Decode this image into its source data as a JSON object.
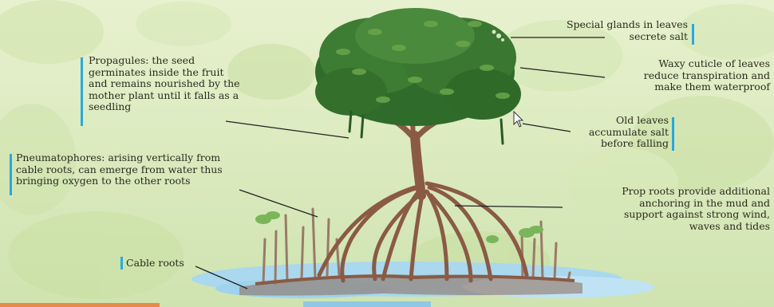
{
  "labels": {
    "special_glands": "Special glands in leaves\nsecrete salt",
    "waxy_cuticle": "Waxy cuticle of leaves\nreduce transpiration and\nmake them waterproof",
    "old_leaves": "Old leaves\naccumulate salt\nbefore falling",
    "prop_roots": "Prop roots provide additional\nanchoring in the mud and\nsupport against strong wind,\nwaves and tides",
    "propagules": "Propagules: the seed\ngerminates inside the fruit\nand remains nourished by the\nmother plant until it falls as a\nseedling",
    "pneumatophores": "Pneumatophores: arising vertically from\ncable roots, can emerge from water thus\nbringing oxygen to the other roots",
    "cable_roots": "Cable roots"
  },
  "colors": {
    "accent_bar": "#29a8df",
    "leaf_dark": "#2f6b2a",
    "leaf_light": "#6aa64a",
    "trunk": "#8a5a44",
    "water": "#a9d8ef"
  },
  "icons": {
    "cursor": "cursor-arrow-icon"
  }
}
